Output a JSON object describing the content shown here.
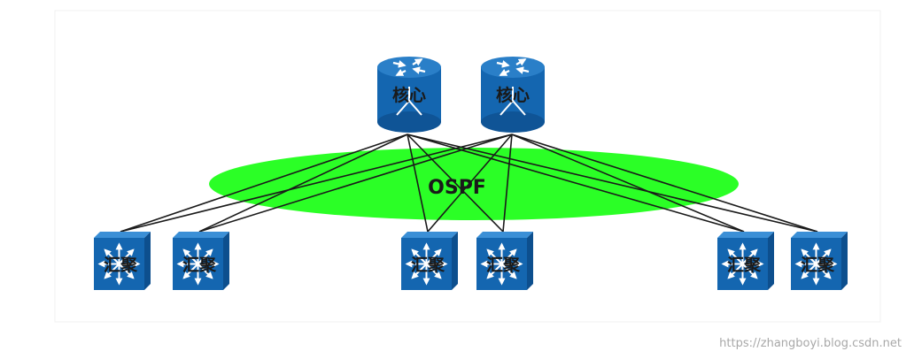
{
  "diagram": {
    "ospf_label": "OSPF",
    "ospf_color": "#2bff26",
    "device_color": "#1466b0",
    "link_color": "#1a1a1a",
    "core_nodes": [
      {
        "label": "核心",
        "icon": "core-router-icon"
      },
      {
        "label": "核心",
        "icon": "core-router-icon"
      }
    ],
    "aggregation_nodes": [
      {
        "label": "汇聚",
        "icon": "layer3-switch-icon"
      },
      {
        "label": "汇聚",
        "icon": "layer3-switch-icon"
      },
      {
        "label": "汇聚",
        "icon": "layer3-switch-icon"
      },
      {
        "label": "汇聚",
        "icon": "layer3-switch-icon"
      },
      {
        "label": "汇聚",
        "icon": "layer3-switch-icon"
      },
      {
        "label": "汇聚",
        "icon": "layer3-switch-icon"
      }
    ]
  },
  "watermark": "https://zhangboyi.blog.csdn.net"
}
